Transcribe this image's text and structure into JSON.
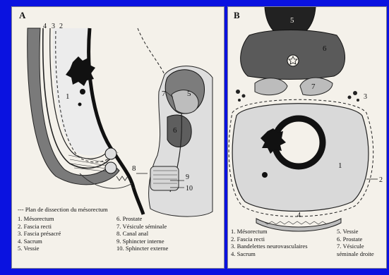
{
  "panel_a": {
    "label": "A",
    "callouts": {
      "n4": "4",
      "n3": "3",
      "n2": "2",
      "n1": "1",
      "n5": "5",
      "n6": "6",
      "n7": "7",
      "n8": "8",
      "n9": "9",
      "n10": "10"
    },
    "legend_dashed_line": "--- Plan de dissection du mésorectum",
    "legend_left": [
      "1. Mésorectum",
      "2. Fascia recti",
      "3. Fascia présacré",
      "4. Sacrum",
      "5. Vessie"
    ],
    "legend_right": [
      "6. Prostate",
      "7. Vésicule séminale",
      "8. Canal anal",
      "9. Sphincter interne",
      "10. Sphincter externe"
    ]
  },
  "panel_b": {
    "label": "B",
    "callouts": {
      "n5": "5",
      "n6": "6",
      "n7": "7",
      "n3": "3",
      "n1": "1",
      "n2": "2",
      "n4": "4"
    },
    "legend_left": [
      "1. Mésorectum",
      "2. Fascia recti",
      "3. Bandelettes neurovasculaires",
      "4. Sacrum"
    ],
    "legend_right": [
      "5. Vessie",
      "6. Prostate",
      "7. Vésicule",
      "séminale droite"
    ]
  },
  "colors": {
    "background": "#0a12e0",
    "panel": "#f4f1ea",
    "shade": "#4a4a4a",
    "light": "#d2d2d2"
  }
}
